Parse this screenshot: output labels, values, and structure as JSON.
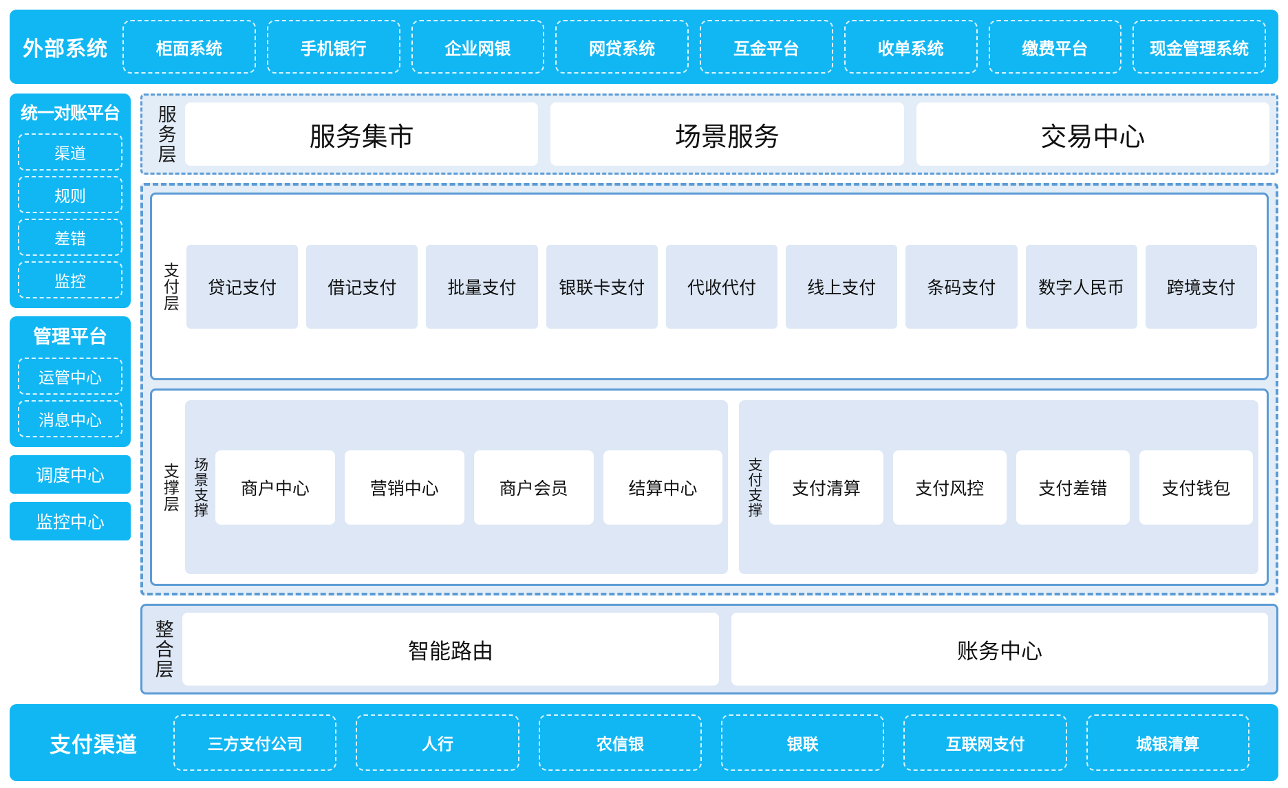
{
  "external": {
    "title": "外部系统",
    "items": [
      "柜面系统",
      "手机银行",
      "企业网银",
      "网贷系统",
      "互金平台",
      "收单系统",
      "缴费平台",
      "现金管理系统"
    ]
  },
  "rail": {
    "reconciliation": {
      "title": "统一对账平台",
      "items": [
        "渠道",
        "规则",
        "差错",
        "监控"
      ]
    },
    "management": {
      "title": "管理平台",
      "items": [
        "运管中心",
        "消息中心"
      ]
    },
    "standalone": [
      "调度中心",
      "监控中心"
    ]
  },
  "service_layer": {
    "label": "服务层",
    "items": [
      "服务集市",
      "场景服务",
      "交易中心"
    ]
  },
  "payment_layer": {
    "label": "支付层",
    "items": [
      "贷记支付",
      "借记支付",
      "批量支付",
      "银联卡支付",
      "代收代付",
      "线上支付",
      "条码支付",
      "数字人民币",
      "跨境支付"
    ]
  },
  "support_layer": {
    "label": "支撑层",
    "groups": [
      {
        "label": "场景支撑",
        "items": [
          "商户中心",
          "营销中心",
          "商户会员",
          "结算中心"
        ]
      },
      {
        "label": "支付支撑",
        "items": [
          "支付清算",
          "支付风控",
          "支付差错",
          "支付钱包"
        ]
      }
    ]
  },
  "integration_layer": {
    "label": "整合层",
    "items": [
      "智能路由",
      "账务中心"
    ]
  },
  "channels": {
    "title": "支付渠道",
    "items": [
      "三方支付公司",
      "人行",
      "农信银",
      "银联",
      "互联网支付",
      "城银清算"
    ]
  },
  "colors": {
    "brand_blue": "#11b7f3",
    "layer_border": "#5b9bd5",
    "layer_fill": "#e3edf8",
    "tile_fill": "#dde7f5"
  }
}
